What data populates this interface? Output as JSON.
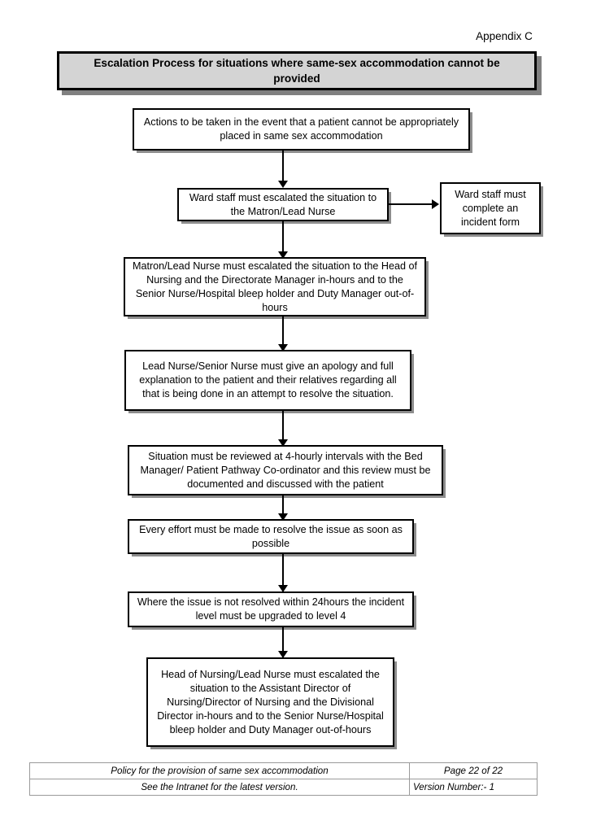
{
  "document": {
    "appendix_label": "Appendix C",
    "title": "Escalation Process for situations where same-sex accommodation cannot be provided"
  },
  "flowchart": {
    "type": "flowchart",
    "orientation": "top-to-bottom",
    "nodes": [
      {
        "id": "n1",
        "text": "Actions to be taken in the event that a patient cannot be appropriately placed in same sex accommodation"
      },
      {
        "id": "n2",
        "text": "Ward staff must escalated the situation to the Matron/Lead Nurse"
      },
      {
        "id": "n2b",
        "text": "Ward staff must complete an incident form"
      },
      {
        "id": "n3",
        "text": "Matron/Lead Nurse must escalated the situation to the Head of Nursing and the Directorate Manager in-hours and to the Senior Nurse/Hospital bleep holder and Duty Manager out-of-hours"
      },
      {
        "id": "n4",
        "text": "Lead Nurse/Senior Nurse must give an apology and full explanation to the patient and their relatives regarding all that is being done in an attempt to resolve the situation."
      },
      {
        "id": "n5",
        "text": "Situation must be reviewed at 4-hourly intervals with the Bed Manager/ Patient Pathway Co-ordinator and this review must be documented and discussed with the patient"
      },
      {
        "id": "n6",
        "text": "Every effort must be made to resolve the issue as soon as possible"
      },
      {
        "id": "n7",
        "text": "Where the issue is not resolved within 24hours the incident level must be upgraded to level 4"
      },
      {
        "id": "n8",
        "text": "Head of Nursing/Lead Nurse must escalated the situation to the Assistant Director of Nursing/Director of Nursing and the Divisional Director in-hours and to the Senior Nurse/Hospital bleep holder and Duty Manager out-of-hours"
      }
    ],
    "edges": [
      {
        "from": "n1",
        "to": "n2",
        "direction": "down"
      },
      {
        "from": "n2",
        "to": "n2b",
        "direction": "right"
      },
      {
        "from": "n2",
        "to": "n3",
        "direction": "down"
      },
      {
        "from": "n3",
        "to": "n4",
        "direction": "down"
      },
      {
        "from": "n4",
        "to": "n5",
        "direction": "down"
      },
      {
        "from": "n5",
        "to": "n6",
        "direction": "down"
      },
      {
        "from": "n6",
        "to": "n7",
        "direction": "down"
      },
      {
        "from": "n7",
        "to": "n8",
        "direction": "down"
      }
    ]
  },
  "footer": {
    "rows": [
      {
        "left": "Policy for the provision of same sex accommodation",
        "right": "Page 22 of 22"
      },
      {
        "left": "See the Intranet for the latest version.",
        "right": "Version Number:- 1"
      }
    ]
  },
  "colors": {
    "title_fill": "#d4d4d4",
    "border": "#000000",
    "shadow": "#8d8d8d",
    "page_background": "#ffffff"
  }
}
